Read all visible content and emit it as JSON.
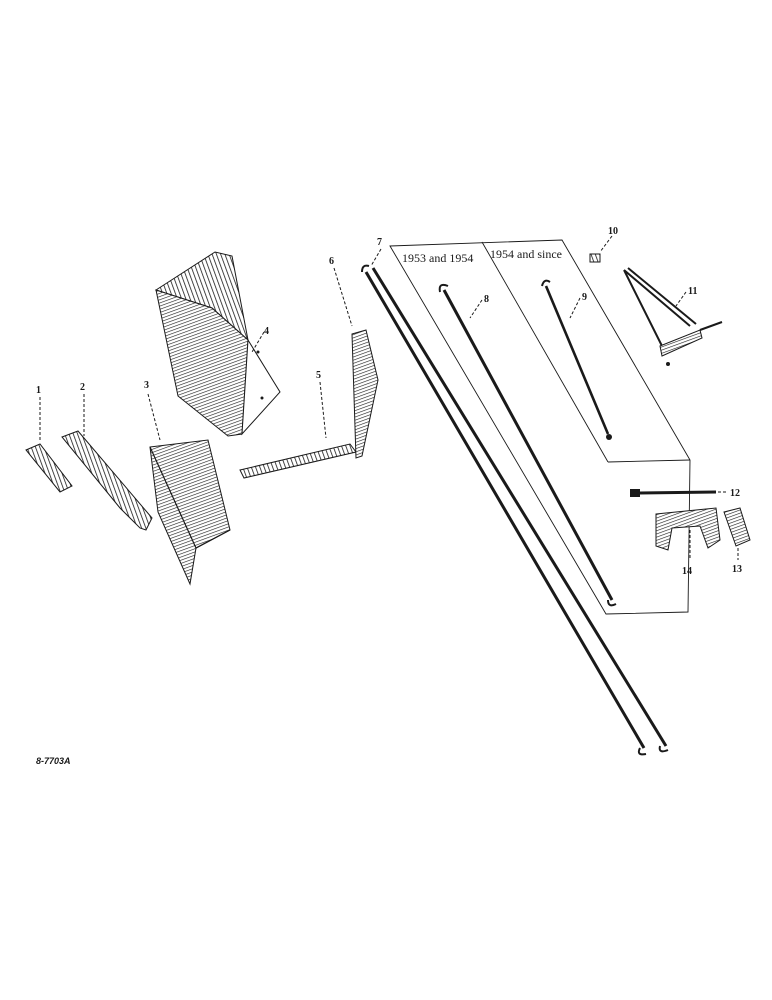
{
  "diagram": {
    "callouts": [
      "1",
      "2",
      "3",
      "4",
      "5",
      "6",
      "7",
      "8",
      "9",
      "10",
      "11",
      "12",
      "13",
      "14"
    ],
    "periods": {
      "left": "1953 and 1954",
      "right": "1954 and since"
    },
    "figure_code": "8-7703A"
  }
}
